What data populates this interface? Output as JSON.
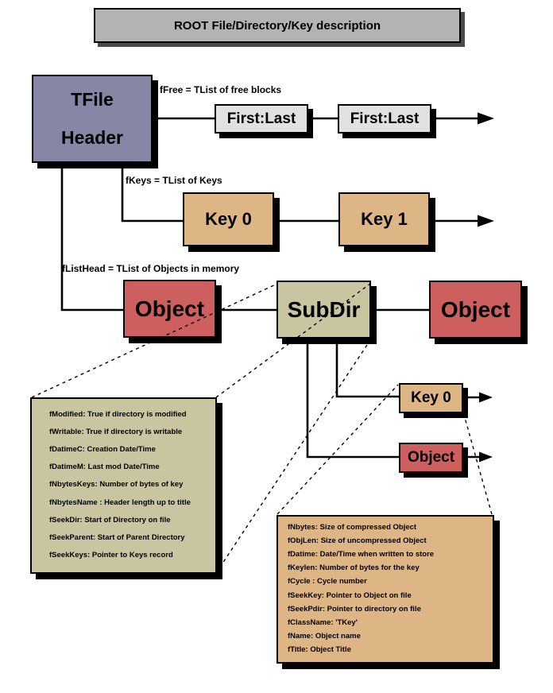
{
  "title": "ROOT File/Directory/Key description",
  "tfile": {
    "line1": "TFile",
    "line2": "Header"
  },
  "labels": {
    "ffree": "fFree = TList of free blocks",
    "fkeys": "fKeys = TList of Keys",
    "flisthead": "fListHead = TList of Objects in memory"
  },
  "nodes": {
    "first_last_1": "First:Last",
    "first_last_2": "First:Last",
    "key0": "Key 0",
    "key1": "Key 1",
    "object_left": "Object",
    "subdir": "SubDir",
    "object_right": "Object",
    "subdir_key0": "Key 0",
    "subdir_object": "Object"
  },
  "directory_attributes": {
    "items": [
      "fModified: True if directory is modified",
      "fWritable: True if directory is writable",
      "fDatimeC: Creation Date/Time",
      "fDatimeM: Last mod Date/Time",
      "fNbytesKeys: Number of bytes of key",
      "fNbytesName : Header length up to title",
      "fSeekDir: Start of Directory on file",
      "fSeekParent: Start of Parent Directory",
      "fSeekKeys: Pointer to Keys record"
    ]
  },
  "key_attributes": {
    "items": [
      "fNbytes: Size of compressed Object",
      "fObjLen: Size of uncompressed Object",
      "fDatime: Date/Time when written to store",
      "fKeylen: Number of bytes for the key",
      "fCycle : Cycle number",
      "fSeekKey: Pointer to Object on file",
      "fSeekPdir: Pointer to directory on file",
      "fClassName: 'TKey'",
      "fName: Object name",
      "fTitle: Object Title"
    ]
  },
  "colors": {
    "title_bar": "#b3b3b3",
    "tfile_header": "#8686a5",
    "free_block": "#e1e1e1",
    "key_tan": "#deb584",
    "object_red": "#cd5f5f",
    "subdir_olive": "#c9c5a0",
    "line_black": "#000000"
  }
}
